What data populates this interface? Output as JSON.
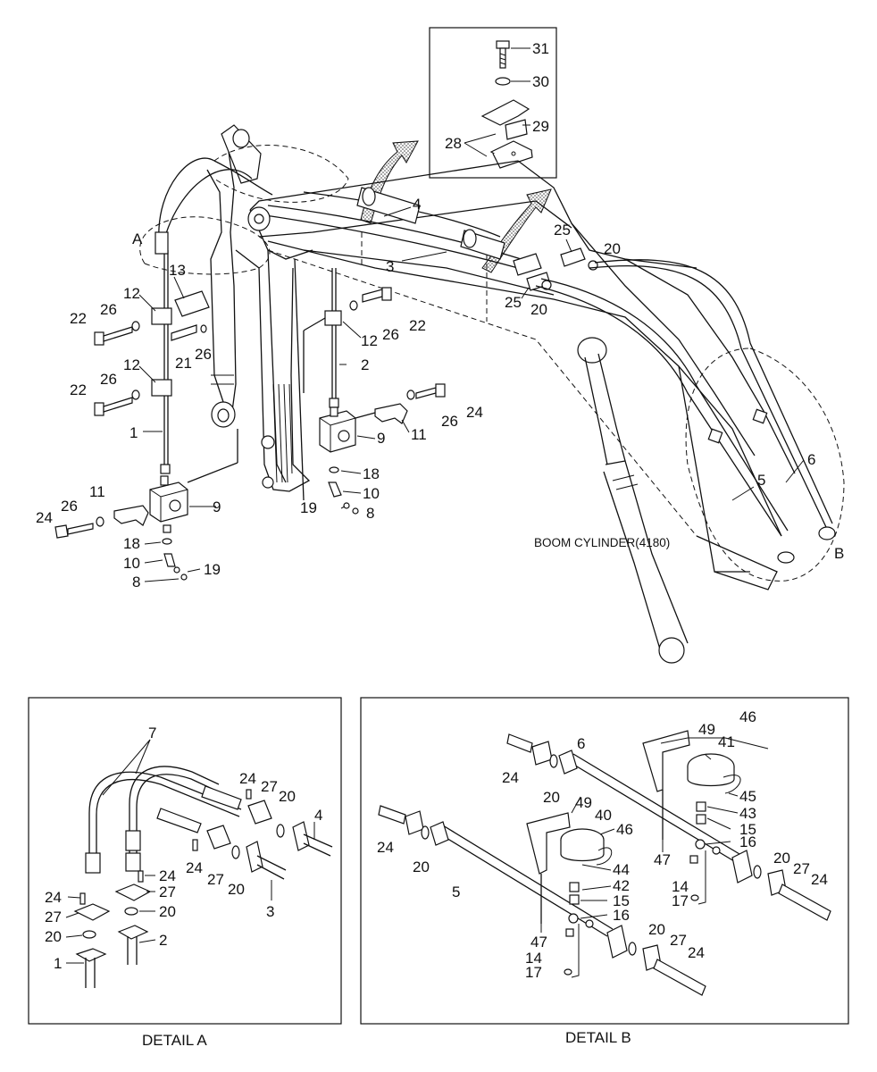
{
  "captions": {
    "detail_a": "DETAIL A",
    "detail_b": "DETAIL B",
    "boom_cylinder": "BOOM CYLINDER(4180)",
    "marker_a": "A",
    "marker_b": "B"
  },
  "inset_labels": [
    "31",
    "30",
    "29",
    "28"
  ],
  "main_labels": {
    "l1": "1",
    "l2": "2",
    "l3": "3",
    "l4": "4",
    "l5": "5",
    "l6": "6",
    "l8a": "8",
    "l8b": "8",
    "l9a": "9",
    "l9b": "9",
    "l10a": "10",
    "l10b": "10",
    "l11a": "11",
    "l11b": "11",
    "l12a": "12",
    "l12b": "12",
    "l12c": "12",
    "l13": "13",
    "l18a": "18",
    "l18b": "18",
    "l19a": "19",
    "l19b": "19",
    "l20a": "20",
    "l20b": "20",
    "l21": "21",
    "l22a": "22",
    "l22b": "22",
    "l22c": "22",
    "l24a": "24",
    "l24b": "24",
    "l25a": "25",
    "l25b": "25",
    "l26a": "26",
    "l26b": "26",
    "l26c": "26",
    "l26d": "26",
    "l26e": "26"
  },
  "detail_a_labels": {
    "l7": "7",
    "l24a": "24",
    "l24b": "24",
    "l24c": "24",
    "l27a": "27",
    "l27b": "27",
    "l27c": "27",
    "l20a": "20",
    "l20b": "20",
    "l20c": "20",
    "l20d": "20",
    "l1": "1",
    "l2": "2",
    "l3": "3",
    "l4": "4"
  },
  "detail_b_labels": {
    "l46a": "46",
    "l49a": "49",
    "l41": "41",
    "l6": "6",
    "l24a": "24",
    "l20a": "20",
    "l45": "45",
    "l43": "43",
    "l15a": "15",
    "l16a": "16",
    "l47a": "47",
    "l49b": "49",
    "l40": "40",
    "l46b": "46",
    "l24b": "24",
    "l20b": "20",
    "l5": "5",
    "l44": "44",
    "l42": "42",
    "l15b": "15",
    "l16b": "16",
    "l14a": "14",
    "l17a": "17",
    "l20c": "20",
    "l27a": "27",
    "l24c": "24",
    "l47b": "47",
    "l14b": "14",
    "l17b": "17",
    "l20d": "20",
    "l27b": "27",
    "l24d": "24"
  }
}
